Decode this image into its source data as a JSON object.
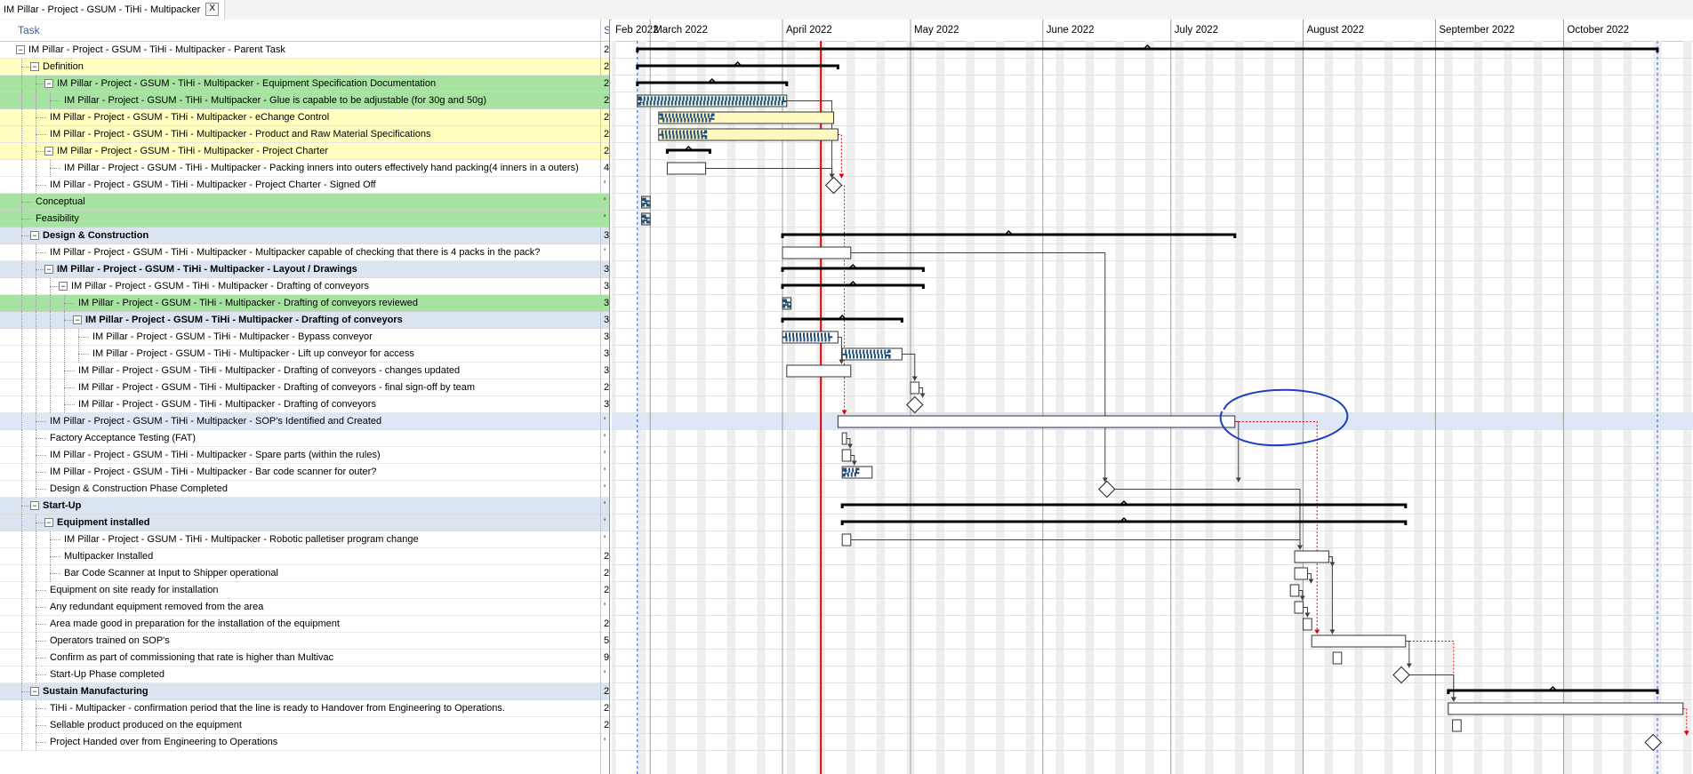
{
  "window": {
    "tab_title": "IM Pillar - Project - GSUM - TiHi - Multipacker",
    "tab_close": "X"
  },
  "taskgrid": {
    "header": "Task",
    "dur_header": "S",
    "rows": [
      {
        "label": "IM Pillar - Project - GSUM - TiHi - Multipacker - Parent Task",
        "dur": "2",
        "level": 0,
        "toggle": "⊟",
        "bold": false,
        "bg": "#ffffff"
      },
      {
        "label": "Definition",
        "dur": "2",
        "level": 1,
        "toggle": "⊟",
        "bold": false,
        "bg": "#ffffbf"
      },
      {
        "label": "IM Pillar - Project - GSUM - TiHi - Multipacker - Equipment Specification Documentation",
        "dur": "2",
        "level": 2,
        "toggle": "⊟",
        "bold": false,
        "bg": "#a6e3a0"
      },
      {
        "label": "IM Pillar - Project - GSUM - TiHi - Multipacker - Glue is capable to be adjustable (for 30g and 50g)",
        "dur": "2",
        "level": 3,
        "toggle": "",
        "bold": false,
        "bg": "#a6e3a0"
      },
      {
        "label": "IM Pillar - Project - GSUM - TiHi - Multipacker - eChange Control",
        "dur": "2",
        "level": 2,
        "toggle": "",
        "bold": false,
        "bg": "#ffffbf"
      },
      {
        "label": "IM Pillar - Project - GSUM - TiHi - Multipacker - Product and Raw Material Specifications",
        "dur": "2",
        "level": 2,
        "toggle": "",
        "bold": false,
        "bg": "#ffffbf"
      },
      {
        "label": "IM Pillar - Project - GSUM - TiHi - Multipacker - Project Charter",
        "dur": "2",
        "level": 2,
        "toggle": "⊟",
        "bold": false,
        "bg": "#ffffbf"
      },
      {
        "label": "IM Pillar - Project - GSUM - TiHi - Multipacker - Packing inners into outers effectively hand packing(4 inners in a outers)",
        "dur": "4",
        "level": 3,
        "toggle": "",
        "bold": false,
        "bg": "#ffffff"
      },
      {
        "label": "IM Pillar - Project - GSUM - TiHi - Multipacker - Project Charter - Signed Off",
        "dur": "'",
        "level": 2,
        "toggle": "",
        "bold": false,
        "bg": "#ffffff"
      },
      {
        "label": "Conceptual",
        "dur": "'",
        "level": 1,
        "toggle": "",
        "bold": false,
        "bg": "#a6e3a0"
      },
      {
        "label": "Feasibility",
        "dur": "'",
        "level": 1,
        "toggle": "",
        "bold": false,
        "bg": "#a6e3a0"
      },
      {
        "label": "Design & Construction",
        "dur": "3",
        "level": 1,
        "toggle": "⊟",
        "bold": true,
        "bg": "#dbe4f1"
      },
      {
        "label": "IM Pillar - Project - GSUM - TiHi - Multipacker - Multipacker capable of checking that there is 4 packs in the pack?",
        "dur": "'",
        "level": 2,
        "toggle": "",
        "bold": false,
        "bg": "#ffffff"
      },
      {
        "label": "IM Pillar - Project - GSUM - TiHi - Multipacker - Layout / Drawings",
        "dur": "3",
        "level": 2,
        "toggle": "⊟",
        "bold": true,
        "bg": "#dbe4f1"
      },
      {
        "label": "IM Pillar - Project - GSUM - TiHi - Multipacker - Drafting of conveyors",
        "dur": "3",
        "level": 3,
        "toggle": "⊟",
        "bold": false,
        "bg": "#ffffff"
      },
      {
        "label": "IM Pillar - Project - GSUM - TiHi - Multipacker - Drafting of conveyors reviewed",
        "dur": "3",
        "level": 4,
        "toggle": "",
        "bold": false,
        "bg": "#a6e3a0"
      },
      {
        "label": "IM Pillar - Project - GSUM - TiHi - Multipacker - Drafting of conveyors",
        "dur": "3",
        "level": 4,
        "toggle": "⊟",
        "bold": true,
        "bg": "#dbe4f1"
      },
      {
        "label": "IM Pillar - Project - GSUM - TiHi - Multipacker - Bypass conveyor",
        "dur": "3",
        "level": 5,
        "toggle": "",
        "bold": false,
        "bg": "#ffffff"
      },
      {
        "label": "IM Pillar - Project - GSUM - TiHi - Multipacker - Lift up conveyor for access",
        "dur": "3",
        "level": 5,
        "toggle": "",
        "bold": false,
        "bg": "#ffffff"
      },
      {
        "label": "IM Pillar - Project - GSUM - TiHi - Multipacker - Drafting of conveyors - changes updated",
        "dur": "3",
        "level": 4,
        "toggle": "",
        "bold": false,
        "bg": "#ffffff"
      },
      {
        "label": "IM Pillar - Project - GSUM - TiHi - Multipacker - Drafting of conveyors - final sign-off by team",
        "dur": "2",
        "level": 4,
        "toggle": "",
        "bold": false,
        "bg": "#ffffff"
      },
      {
        "label": "IM Pillar - Project - GSUM - TiHi - Multipacker - Drafting of conveyors",
        "dur": "3",
        "level": 4,
        "toggle": "",
        "bold": false,
        "bg": "#ffffff"
      },
      {
        "label": "IM Pillar - Project - GSUM - TiHi - Multipacker - SOP's Identified and Created",
        "dur": "'",
        "level": 2,
        "toggle": "",
        "bold": false,
        "bg": "#dde7f5"
      },
      {
        "label": "Factory Acceptance Testing (FAT)",
        "dur": "'",
        "level": 2,
        "toggle": "",
        "bold": false,
        "bg": "#ffffff"
      },
      {
        "label": "IM Pillar - Project - GSUM - TiHi - Multipacker - Spare parts (within the rules)",
        "dur": "'",
        "level": 2,
        "toggle": "",
        "bold": false,
        "bg": "#ffffff"
      },
      {
        "label": "IM Pillar - Project - GSUM - TiHi - Multipacker - Bar code scanner for outer?",
        "dur": "'",
        "level": 2,
        "toggle": "",
        "bold": false,
        "bg": "#ffffff"
      },
      {
        "label": "Design & Construction Phase Completed",
        "dur": "'",
        "level": 2,
        "toggle": "",
        "bold": false,
        "bg": "#ffffff"
      },
      {
        "label": "Start-Up",
        "dur": "'",
        "level": 1,
        "toggle": "⊟",
        "bold": true,
        "bg": "#dbe4f1"
      },
      {
        "label": "Equipment installed",
        "dur": "'",
        "level": 2,
        "toggle": "⊟",
        "bold": true,
        "bg": "#dbe4f1"
      },
      {
        "label": "IM Pillar - Project - GSUM - TiHi - Multipacker - Robotic palletiser program change",
        "dur": "'",
        "level": 3,
        "toggle": "",
        "bold": false,
        "bg": "#ffffff"
      },
      {
        "label": "Multipacker Installed",
        "dur": "2",
        "level": 3,
        "toggle": "",
        "bold": false,
        "bg": "#ffffff"
      },
      {
        "label": "Bar Code Scanner at Input to Shipper operational",
        "dur": "2",
        "level": 3,
        "toggle": "",
        "bold": false,
        "bg": "#ffffff"
      },
      {
        "label": "Equipment on site ready for installation",
        "dur": "2",
        "level": 2,
        "toggle": "",
        "bold": false,
        "bg": "#ffffff"
      },
      {
        "label": "Any redundant equipment removed from the area",
        "dur": "'",
        "level": 2,
        "toggle": "",
        "bold": false,
        "bg": "#ffffff"
      },
      {
        "label": "Area made good in preparation for the installation of the equipment",
        "dur": "2",
        "level": 2,
        "toggle": "",
        "bold": false,
        "bg": "#ffffff"
      },
      {
        "label": "Operators trained on SOP's",
        "dur": "5",
        "level": 2,
        "toggle": "",
        "bold": false,
        "bg": "#ffffff"
      },
      {
        "label": "Confirm as part of commissioning that rate is higher than Multivac",
        "dur": "9",
        "level": 2,
        "toggle": "",
        "bold": false,
        "bg": "#ffffff"
      },
      {
        "label": "Start-Up Phase completed",
        "dur": "'",
        "level": 2,
        "toggle": "",
        "bold": false,
        "bg": "#ffffff"
      },
      {
        "label": "Sustain Manufacturing",
        "dur": "2",
        "level": 1,
        "toggle": "⊟",
        "bold": true,
        "bg": "#dbe4f1"
      },
      {
        "label": "TiHi - Multipacker - confirmation period that the line is ready to Handover from Engineering to Operations.",
        "dur": "2",
        "level": 2,
        "toggle": "",
        "bold": false,
        "bg": "#ffffff"
      },
      {
        "label": "Sellable product produced on the equipment",
        "dur": "2",
        "level": 2,
        "toggle": "",
        "bold": false,
        "bg": "#ffffff"
      },
      {
        "label": "Project Handed over from Engineering to Operations",
        "dur": "'",
        "level": 2,
        "toggle": "",
        "bold": false,
        "bg": "#ffffff"
      }
    ]
  },
  "gantt": {
    "months": [
      "Feb 2022",
      "March 2022",
      "April 2022",
      "May 2022",
      "June 2022",
      "July 2022",
      "August 2022",
      "September 2022",
      "October 2022"
    ],
    "timeline_start": "2022-02-20",
    "month_starts": [
      "2022-03-01",
      "2022-04-01",
      "2022-05-01",
      "2022-06-01",
      "2022-07-01",
      "2022-08-01",
      "2022-09-01",
      "2022-10-01"
    ],
    "today": "2022-04-10",
    "colors": {
      "today": "#e00000",
      "critical": "#e00000",
      "link": "#404040",
      "progress": "#1f4e79",
      "bar_fill": "#ffffff",
      "bar_yellow": "#fff8c0",
      "bar_green": "#e8f6e4",
      "summary": "#000000",
      "circle": "#1f3fbf",
      "selected_row": "#dde7f5"
    },
    "tasks": [
      {
        "type": "summary",
        "start": "2022-02-26",
        "end": "2022-10-22"
      },
      {
        "type": "summary",
        "start": "2022-02-26",
        "end": "2022-04-13"
      },
      {
        "type": "summary",
        "start": "2022-02-26",
        "end": "2022-04-01"
      },
      {
        "type": "bar",
        "start": "2022-02-26",
        "end": "2022-04-01",
        "progress": 1.0,
        "fill": "bar_green"
      },
      {
        "type": "bar",
        "start": "2022-03-03",
        "end": "2022-04-12",
        "progress": 0.3,
        "fill": "bar_yellow"
      },
      {
        "type": "bar",
        "start": "2022-03-03",
        "end": "2022-04-13",
        "progress": 0.25,
        "fill": "bar_yellow"
      },
      {
        "type": "summary",
        "start": "2022-03-05",
        "end": "2022-03-14"
      },
      {
        "type": "bar",
        "start": "2022-03-05",
        "end": "2022-03-13",
        "progress": 0,
        "fill": "bar_fill"
      },
      {
        "type": "milestone",
        "date": "2022-04-13"
      },
      {
        "type": "bar",
        "start": "2022-02-27",
        "end": "2022-02-28",
        "progress": 1.0,
        "fill": "bar_green"
      },
      {
        "type": "bar",
        "start": "2022-02-27",
        "end": "2022-02-28",
        "progress": 1.0,
        "fill": "bar_green"
      },
      {
        "type": "summary",
        "start": "2022-04-01",
        "end": "2022-07-15"
      },
      {
        "type": "bar",
        "start": "2022-04-01",
        "end": "2022-04-16",
        "progress": 0,
        "fill": "bar_fill"
      },
      {
        "type": "summary",
        "start": "2022-04-01",
        "end": "2022-05-03"
      },
      {
        "type": "summary",
        "start": "2022-04-01",
        "end": "2022-05-03"
      },
      {
        "type": "bar",
        "start": "2022-04-01",
        "end": "2022-04-02",
        "progress": 1.0,
        "fill": "bar_green"
      },
      {
        "type": "summary",
        "start": "2022-04-01",
        "end": "2022-04-28"
      },
      {
        "type": "bar",
        "start": "2022-04-01",
        "end": "2022-04-13",
        "progress": 0.9,
        "fill": "bar_fill"
      },
      {
        "type": "bar",
        "start": "2022-04-15",
        "end": "2022-04-28",
        "progress": 0.8,
        "fill": "bar_fill"
      },
      {
        "type": "bar",
        "start": "2022-04-02",
        "end": "2022-04-16",
        "progress": 0,
        "fill": "bar_fill"
      },
      {
        "type": "bar",
        "start": "2022-05-01",
        "end": "2022-05-02",
        "progress": 0,
        "fill": "bar_fill"
      },
      {
        "type": "milestone",
        "date": "2022-05-02"
      },
      {
        "type": "bar",
        "start": "2022-04-14",
        "end": "2022-07-15",
        "progress": 0,
        "fill": "bar_fill"
      },
      {
        "type": "bar",
        "start": "2022-04-15",
        "end": "2022-04-15",
        "progress": 0,
        "fill": "bar_fill"
      },
      {
        "type": "bar",
        "start": "2022-04-15",
        "end": "2022-04-16",
        "progress": 0,
        "fill": "bar_fill"
      },
      {
        "type": "bar",
        "start": "2022-04-15",
        "end": "2022-04-21",
        "progress": 0.5,
        "fill": "bar_fill"
      },
      {
        "type": "milestone",
        "date": "2022-06-16"
      },
      {
        "type": "summary",
        "start": "2022-04-15",
        "end": "2022-08-24"
      },
      {
        "type": "summary",
        "start": "2022-04-15",
        "end": "2022-08-24"
      },
      {
        "type": "bar",
        "start": "2022-04-15",
        "end": "2022-04-16",
        "progress": 0,
        "fill": "bar_fill"
      },
      {
        "type": "bar",
        "start": "2022-07-30",
        "end": "2022-08-06",
        "progress": 0,
        "fill": "bar_fill"
      },
      {
        "type": "bar",
        "start": "2022-07-30",
        "end": "2022-08-01",
        "progress": 0,
        "fill": "bar_fill"
      },
      {
        "type": "bar",
        "start": "2022-07-29",
        "end": "2022-07-30",
        "progress": 0,
        "fill": "bar_fill"
      },
      {
        "type": "bar",
        "start": "2022-07-30",
        "end": "2022-07-31",
        "progress": 0,
        "fill": "bar_fill"
      },
      {
        "type": "bar",
        "start": "2022-08-01",
        "end": "2022-08-02",
        "progress": 0,
        "fill": "bar_fill"
      },
      {
        "type": "bar",
        "start": "2022-08-03",
        "end": "2022-08-24",
        "progress": 0,
        "fill": "bar_fill"
      },
      {
        "type": "bar",
        "start": "2022-08-08",
        "end": "2022-08-09",
        "progress": 0,
        "fill": "bar_fill"
      },
      {
        "type": "milestone",
        "date": "2022-08-24"
      },
      {
        "type": "summary",
        "start": "2022-09-04",
        "end": "2022-10-22"
      },
      {
        "type": "bar",
        "start": "2022-09-04",
        "end": "2022-10-28",
        "progress": 0,
        "fill": "bar_fill"
      },
      {
        "type": "bar",
        "start": "2022-09-05",
        "end": "2022-09-06",
        "progress": 0,
        "fill": "bar_fill"
      },
      {
        "type": "milestone",
        "date": "2022-10-22"
      }
    ],
    "links": [
      {
        "from": 3,
        "to": 8,
        "kind": "normal"
      },
      {
        "from": 7,
        "to": 8,
        "kind": "normal"
      },
      {
        "from": 5,
        "to": 8,
        "kind": "critical"
      },
      {
        "from": 8,
        "to": 22,
        "kind": "critical"
      },
      {
        "from": 12,
        "to": 26,
        "kind": "normal"
      },
      {
        "from": 17,
        "to": 19,
        "kind": "normal"
      },
      {
        "from": 18,
        "to": 20,
        "kind": "normal"
      },
      {
        "from": 20,
        "to": 21,
        "kind": "normal"
      },
      {
        "from": 22,
        "to": 26,
        "kind": "normal"
      },
      {
        "from": 22,
        "to": 35,
        "kind": "critical"
      },
      {
        "from": 23,
        "to": 24,
        "kind": "normal"
      },
      {
        "from": 24,
        "to": 25,
        "kind": "normal"
      },
      {
        "from": 26,
        "to": 30,
        "kind": "normal"
      },
      {
        "from": 29,
        "to": 30,
        "kind": "normal"
      },
      {
        "from": 30,
        "to": 31,
        "kind": "normal"
      },
      {
        "from": 31,
        "to": 32,
        "kind": "normal"
      },
      {
        "from": 32,
        "to": 33,
        "kind": "normal"
      },
      {
        "from": 33,
        "to": 34,
        "kind": "normal"
      },
      {
        "from": 30,
        "to": 35,
        "kind": "normal"
      },
      {
        "from": 35,
        "to": 37,
        "kind": "normal"
      },
      {
        "from": 35,
        "to": 39,
        "kind": "critical"
      },
      {
        "from": 37,
        "to": 39,
        "kind": "normal"
      },
      {
        "from": 39,
        "to": 41,
        "kind": "critical"
      }
    ],
    "circle_annotation_row": 22
  }
}
